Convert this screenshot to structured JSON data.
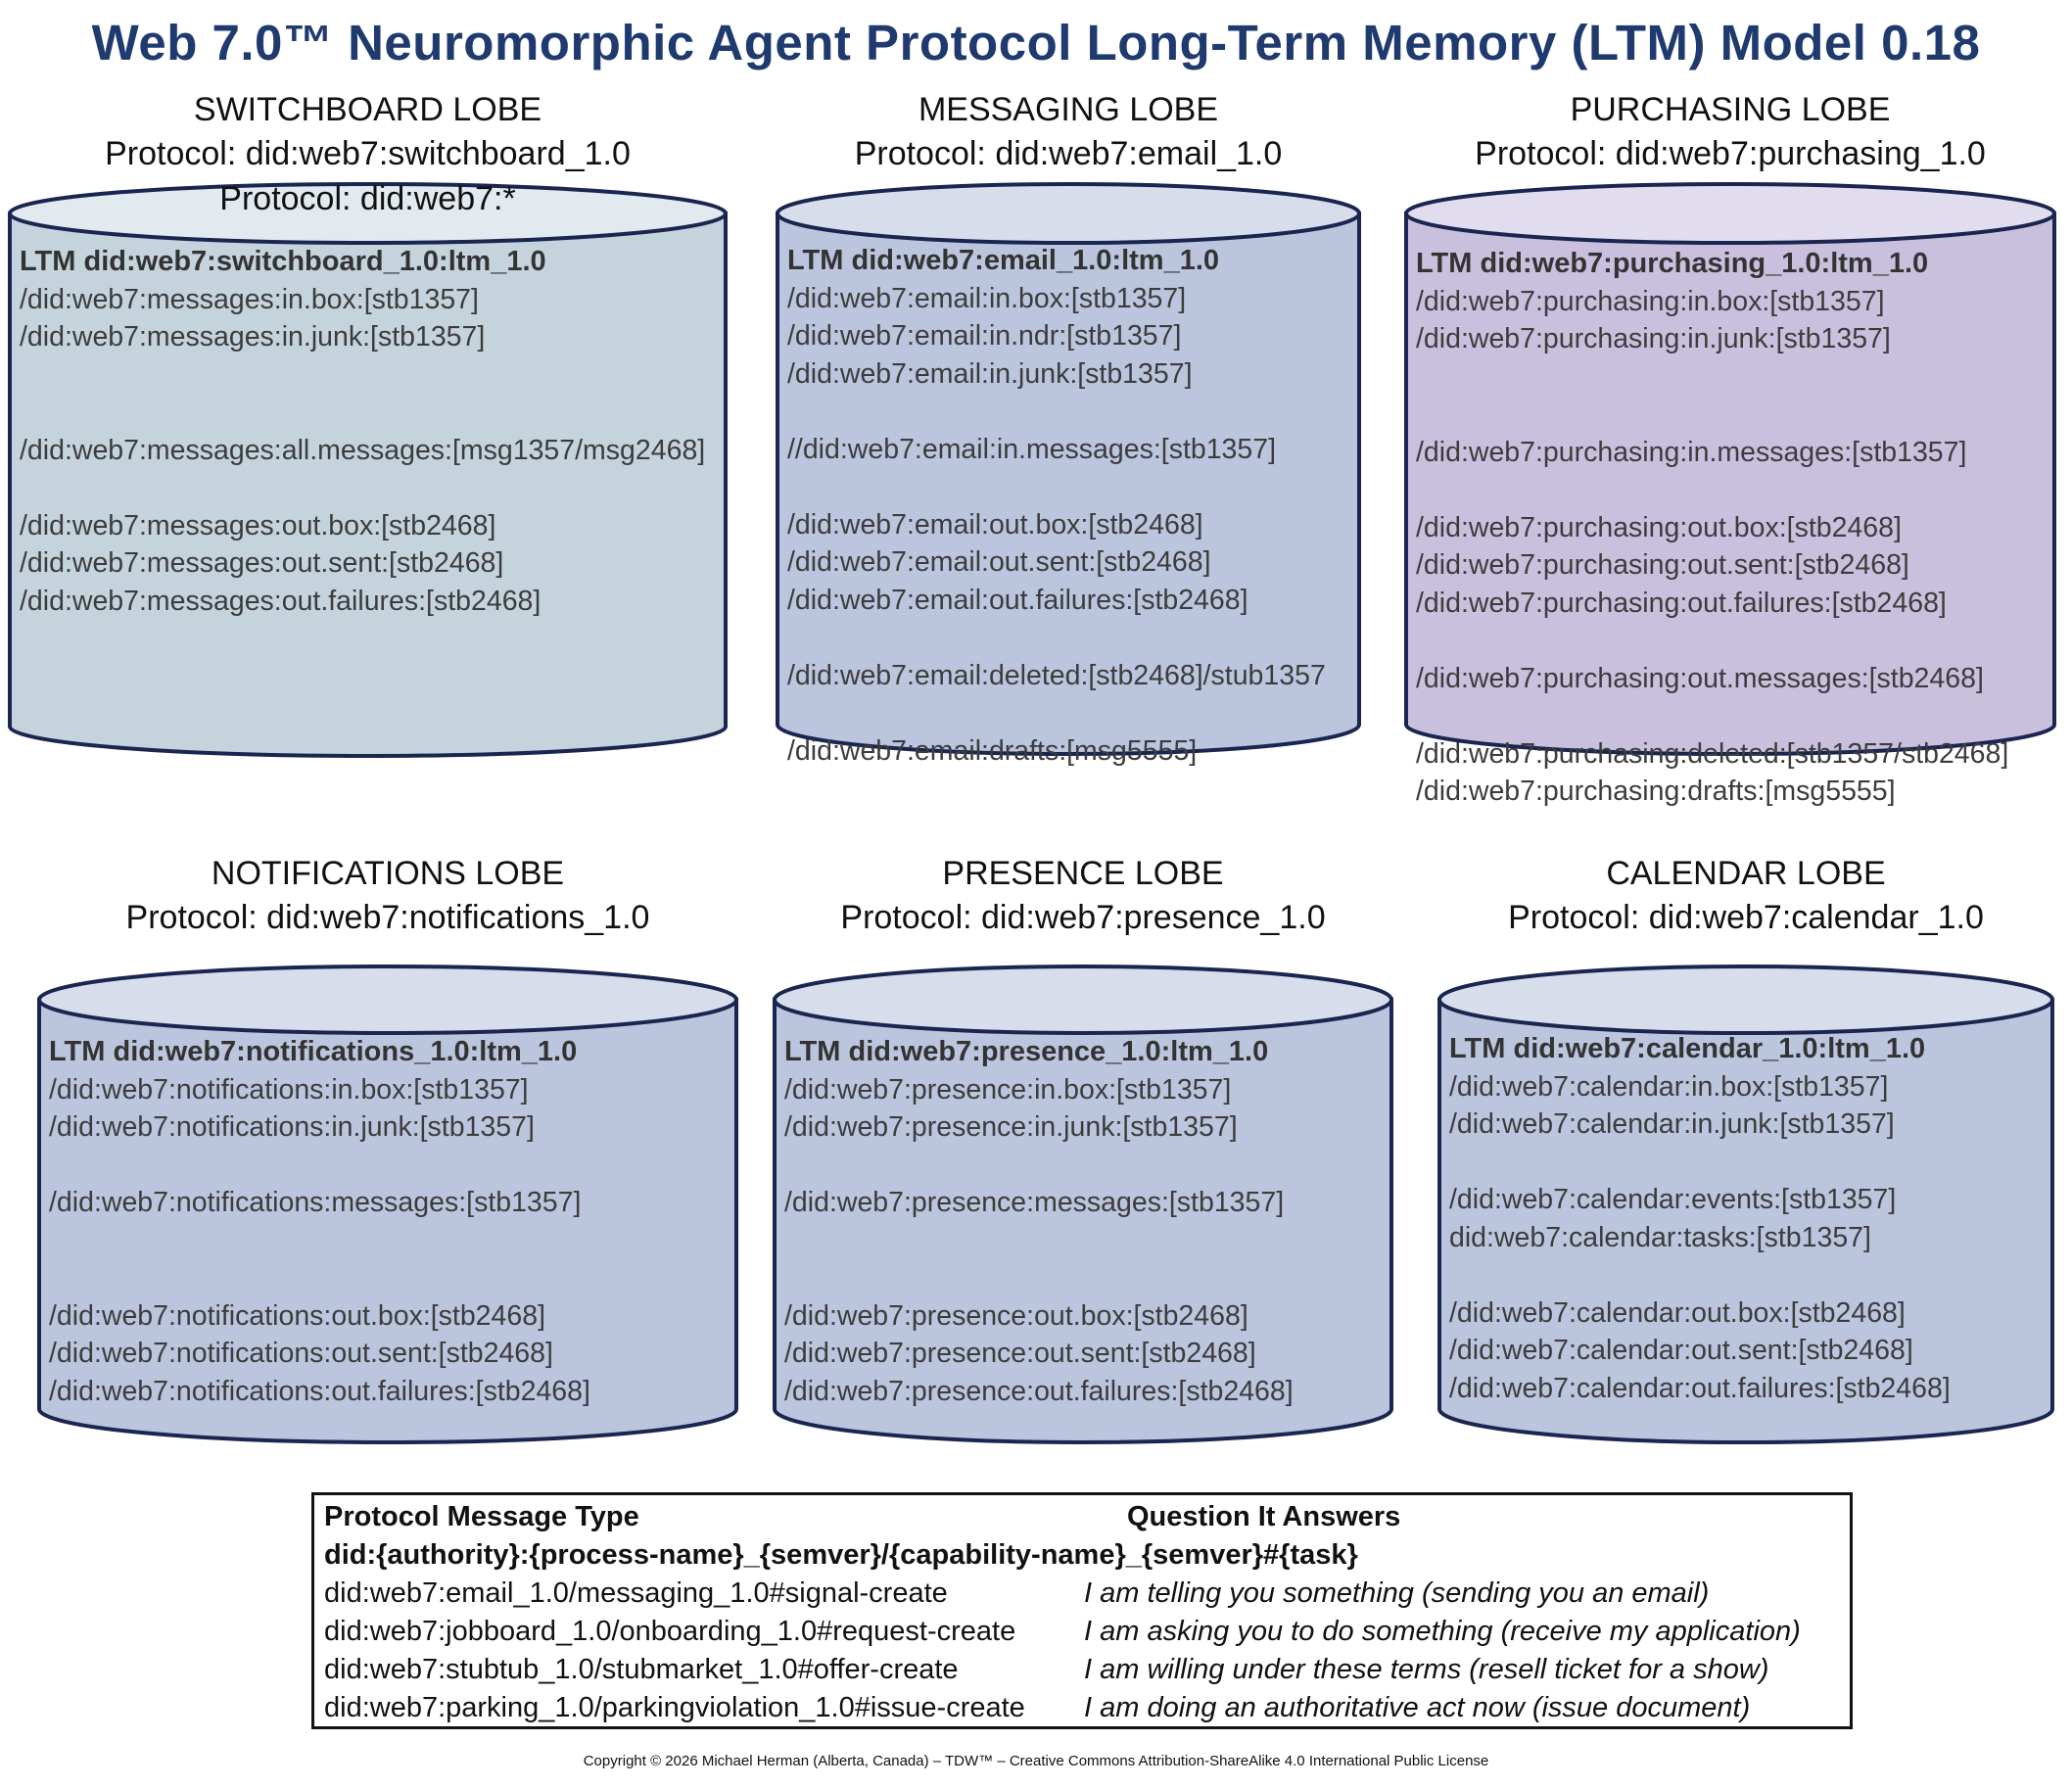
{
  "title": "Web 7.0™ Neuromorphic Agent Protocol Long-Term Memory (LTM) Model 0.18",
  "colors": {
    "title": "#1f3a6e",
    "cylinder_stroke": "#1a2550",
    "switchboard_fill": "#c5d3dc",
    "switchboard_top": "#e2eaef",
    "standard_fill": "#bcc5de",
    "standard_top": "#d8ddec",
    "purchasing_fill": "#c9c0de",
    "purchasing_top": "#e2dcef"
  },
  "lobes": {
    "switchboard": {
      "name": "SWITCHBOARD LOBE",
      "protocol": "Protocol: did:web7:switchboard_1.0",
      "protocol_extra": "Protocol: did:web7:*",
      "ltm": "LTM did:web7:switchboard_1.0:ltm_1.0",
      "lines": [
        "/did:web7:messages:in.box:[stb1357]",
        "/did:web7:messages:in.junk:[stb1357]",
        "",
        "",
        "/did:web7:messages:all.messages:[msg1357/msg2468]",
        "",
        "/did:web7:messages:out.box:[stb2468]",
        "/did:web7:messages:out.sent:[stb2468]",
        "/did:web7:messages:out.failures:[stb2468]"
      ]
    },
    "messaging": {
      "name": "MESSAGING LOBE",
      "protocol": "Protocol: did:web7:email_1.0",
      "ltm": "LTM did:web7:email_1.0:ltm_1.0",
      "lines": [
        "/did:web7:email:in.box:[stb1357]",
        "/did:web7:email:in.ndr:[stb1357]",
        "/did:web7:email:in.junk:[stb1357]",
        "",
        "//did:web7:email:in.messages:[stb1357]",
        "",
        "/did:web7:email:out.box:[stb2468]",
        "/did:web7:email:out.sent:[stb2468]",
        "/did:web7:email:out.failures:[stb2468]",
        "",
        "/did:web7:email:deleted:[stb2468]/stub1357",
        "",
        "/did:web7:email:drafts:[msg5555]"
      ]
    },
    "purchasing": {
      "name": "PURCHASING LOBE",
      "protocol": "Protocol: did:web7:purchasing_1.0",
      "ltm": "LTM did:web7:purchasing_1.0:ltm_1.0",
      "lines": [
        "/did:web7:purchasing:in.box:[stb1357]",
        "/did:web7:purchasing:in.junk:[stb1357]",
        "",
        "",
        "/did:web7:purchasing:in.messages:[stb1357]",
        "",
        "/did:web7:purchasing:out.box:[stb2468]",
        "/did:web7:purchasing:out.sent:[stb2468]",
        "/did:web7:purchasing:out.failures:[stb2468]",
        "",
        "/did:web7:purchasing:out.messages:[stb2468]",
        "",
        "/did:web7:purchasing:deleted:[stb1357/stb2468]",
        "/did:web7:purchasing:drafts:[msg5555]"
      ]
    },
    "notifications": {
      "name": "NOTIFICATIONS LOBE",
      "protocol": "Protocol: did:web7:notifications_1.0",
      "ltm": "LTM did:web7:notifications_1.0:ltm_1.0",
      "lines": [
        "/did:web7:notifications:in.box:[stb1357]",
        "/did:web7:notifications:in.junk:[stb1357]",
        "",
        "/did:web7:notifications:messages:[stb1357]",
        "",
        "",
        "/did:web7:notifications:out.box:[stb2468]",
        "/did:web7:notifications:out.sent:[stb2468]",
        "/did:web7:notifications:out.failures:[stb2468]"
      ]
    },
    "presence": {
      "name": "PRESENCE LOBE",
      "protocol": "Protocol: did:web7:presence_1.0",
      "ltm": "LTM did:web7:presence_1.0:ltm_1.0",
      "lines": [
        "/did:web7:presence:in.box:[stb1357]",
        "/did:web7:presence:in.junk:[stb1357]",
        "",
        "/did:web7:presence:messages:[stb1357]",
        "",
        "",
        "/did:web7:presence:out.box:[stb2468]",
        "/did:web7:presence:out.sent:[stb2468]",
        "/did:web7:presence:out.failures:[stb2468]"
      ]
    },
    "calendar": {
      "name": "CALENDAR LOBE",
      "protocol": "Protocol: did:web7:calendar_1.0",
      "ltm": "LTM did:web7:calendar_1.0:ltm_1.0",
      "lines": [
        "/did:web7:calendar:in.box:[stb1357]",
        "/did:web7:calendar:in.junk:[stb1357]",
        "",
        "/did:web7:calendar:events:[stb1357]",
        "did:web7:calendar:tasks:[stb1357]",
        "",
        "/did:web7:calendar:out.box:[stb2468]",
        "/did:web7:calendar:out.sent:[stb2468]",
        "/did:web7:calendar:out.failures:[stb2468]"
      ]
    }
  },
  "legend": {
    "header_col1": "Protocol Message Type",
    "header_col2": "Question It Answers",
    "format": "did:{authority}:{process-name}_{semver}/{capability-name}_{semver}#{task}",
    "rows": [
      {
        "type": "did:web7:email_1.0/messaging_1.0#signal-create",
        "answer": "I am telling you something (sending you an email)"
      },
      {
        "type": "did:web7:jobboard_1.0/onboarding_1.0#request-create",
        "answer": "I am asking you to do something (receive my application)"
      },
      {
        "type": "did:web7:stubtub_1.0/stubmarket_1.0#offer-create",
        "answer": "I am willing under these terms (resell ticket for a show)"
      },
      {
        "type": "did:web7:parking_1.0/parkingviolation_1.0#issue-create",
        "answer": "I am doing an authoritative act now (issue document)"
      }
    ]
  },
  "copyright": "Copyright © 2026 Michael Herman (Alberta, Canada) – TDW™ – Creative Commons Attribution-ShareAlike 4.0 International Public License"
}
